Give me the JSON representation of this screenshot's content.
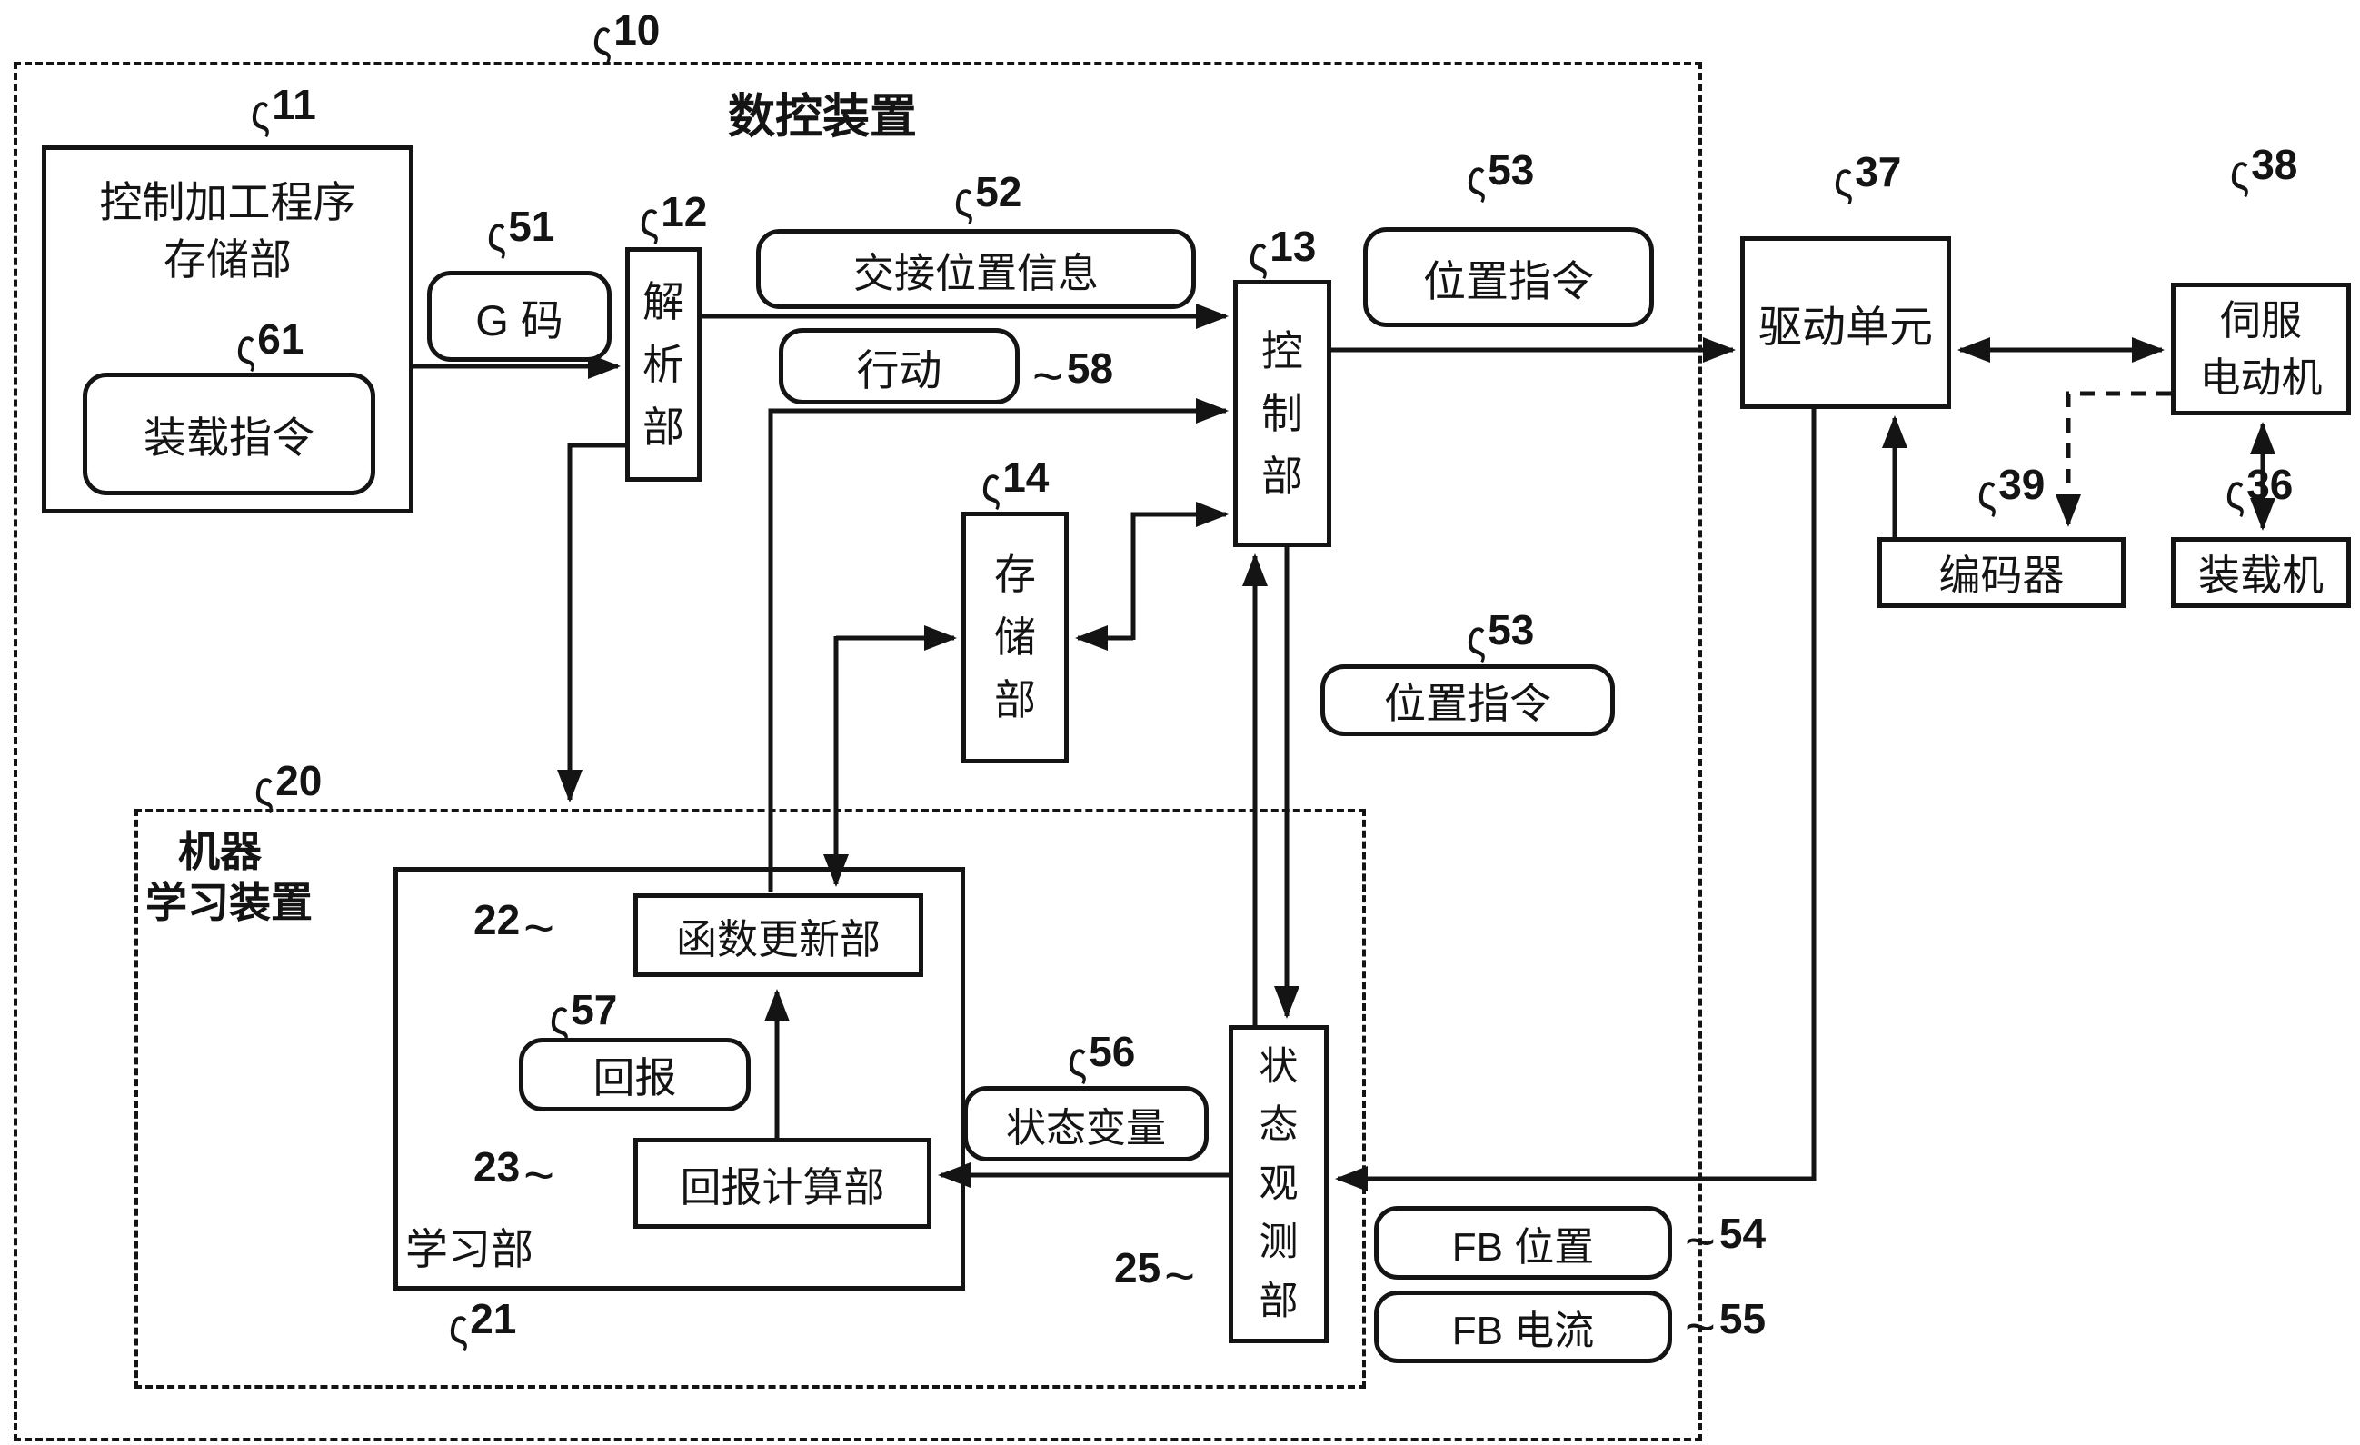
{
  "figure": {
    "nc_device": {
      "ref": "10",
      "title": "数控装置",
      "leader": "ς"
    },
    "ml_device": {
      "ref": "20",
      "name_line1": "机器",
      "name_line2": "学习装置",
      "leader": "ς"
    },
    "blocks": {
      "program_storage": {
        "ref": "11",
        "line1": "控制加工程序",
        "line2": "存储部",
        "leader": "ς"
      },
      "load_command": {
        "ref": "61",
        "label": "装载指令",
        "leader": "ς"
      },
      "analysis": {
        "ref": "12",
        "label": "解析部",
        "leader": "ς"
      },
      "control": {
        "ref": "13",
        "label": "控制部",
        "leader": "ς"
      },
      "storage": {
        "ref": "14",
        "label": "存储部",
        "leader": "ς"
      },
      "learning": {
        "ref": "21",
        "label": "学习部",
        "leader": "ς"
      },
      "function_update": {
        "ref": "22",
        "label": "函数更新部",
        "leader": "~"
      },
      "reward_calc": {
        "ref": "23",
        "label": "回报计算部",
        "leader": "~"
      },
      "state_observe": {
        "ref": "25",
        "label": "状态观测部",
        "leader": "~"
      },
      "drive_unit": {
        "ref": "37",
        "label": "驱动单元",
        "leader": "ς"
      },
      "servo_motor": {
        "ref": "38",
        "line1": "伺服",
        "line2": "电动机",
        "leader": "ς"
      },
      "encoder": {
        "ref": "39",
        "label": "编码器",
        "leader": "ς"
      },
      "loader": {
        "ref": "36",
        "label": "装载机",
        "leader": "ς"
      }
    },
    "signals": {
      "g_code": {
        "ref": "51",
        "label": "G 码",
        "leader": "ς"
      },
      "handover_pos": {
        "ref": "52",
        "label": "交接位置信息",
        "leader": "ς"
      },
      "pos_cmd_top": {
        "ref": "53",
        "label": "位置指令",
        "leader": "ς"
      },
      "pos_cmd_mid": {
        "ref": "53",
        "label": "位置指令",
        "leader": "ς"
      },
      "action": {
        "ref": "58",
        "label": "行动",
        "leader": "~"
      },
      "reward": {
        "ref": "57",
        "label": "回报",
        "leader": "ς"
      },
      "state_var": {
        "ref": "56",
        "label": "状态变量",
        "leader": "ς"
      },
      "fb_position": {
        "ref": "54",
        "label": "FB 位置",
        "leader": "~"
      },
      "fb_current": {
        "ref": "55",
        "label": "FB 电流",
        "leader": "~"
      }
    },
    "line_color": "#141414"
  }
}
